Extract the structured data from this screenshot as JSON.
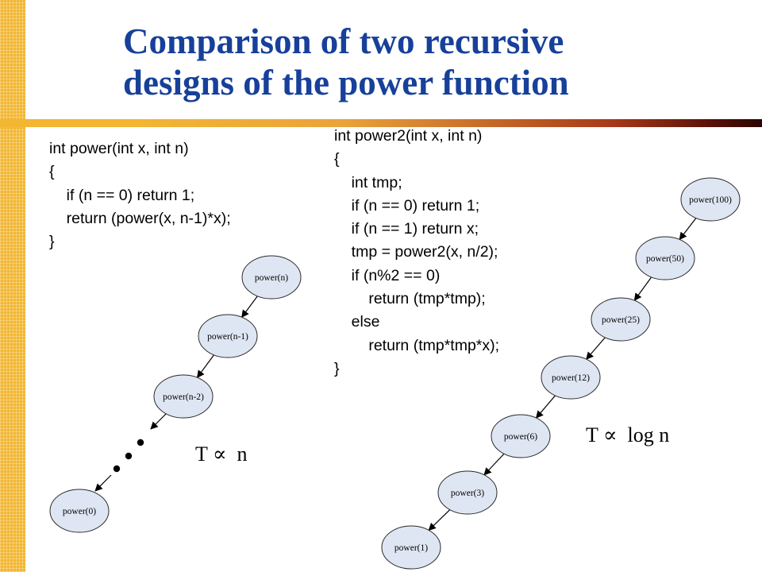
{
  "slide": {
    "title_line1": "Comparison of two recursive",
    "title_line2": "designs of the power function",
    "colors": {
      "title": "#17409a",
      "strip": "#f2b632",
      "node_fill": "#dfe6f3",
      "node_stroke": "#2b2b2b"
    }
  },
  "code1": {
    "lines": [
      "int power(int x, int n)",
      "{",
      "    if (n == 0) return 1;",
      "    return (power(x, n-1)*x);",
      "}"
    ]
  },
  "code2": {
    "lines": [
      "int power2(int x, int n)",
      "{",
      "    int tmp;",
      "    if (n == 0) return 1;",
      "    if (n == 1) return x;",
      "    tmp = power2(x, n/2);",
      "    if (n%2 == 0)",
      "        return (tmp*tmp);",
      "    else",
      "        return (tmp*tmp*x);",
      "}"
    ]
  },
  "tree1": {
    "nodes": [
      "power(n)",
      "power(n-1)",
      "power(n-2)",
      "power(0)"
    ],
    "complexity": "T ∝  n"
  },
  "tree2": {
    "nodes": [
      "power(100)",
      "power(50)",
      "power(25)",
      "power(12)",
      "power(6)",
      "power(3)",
      "power(1)"
    ],
    "complexity": "T ∝  log n"
  }
}
